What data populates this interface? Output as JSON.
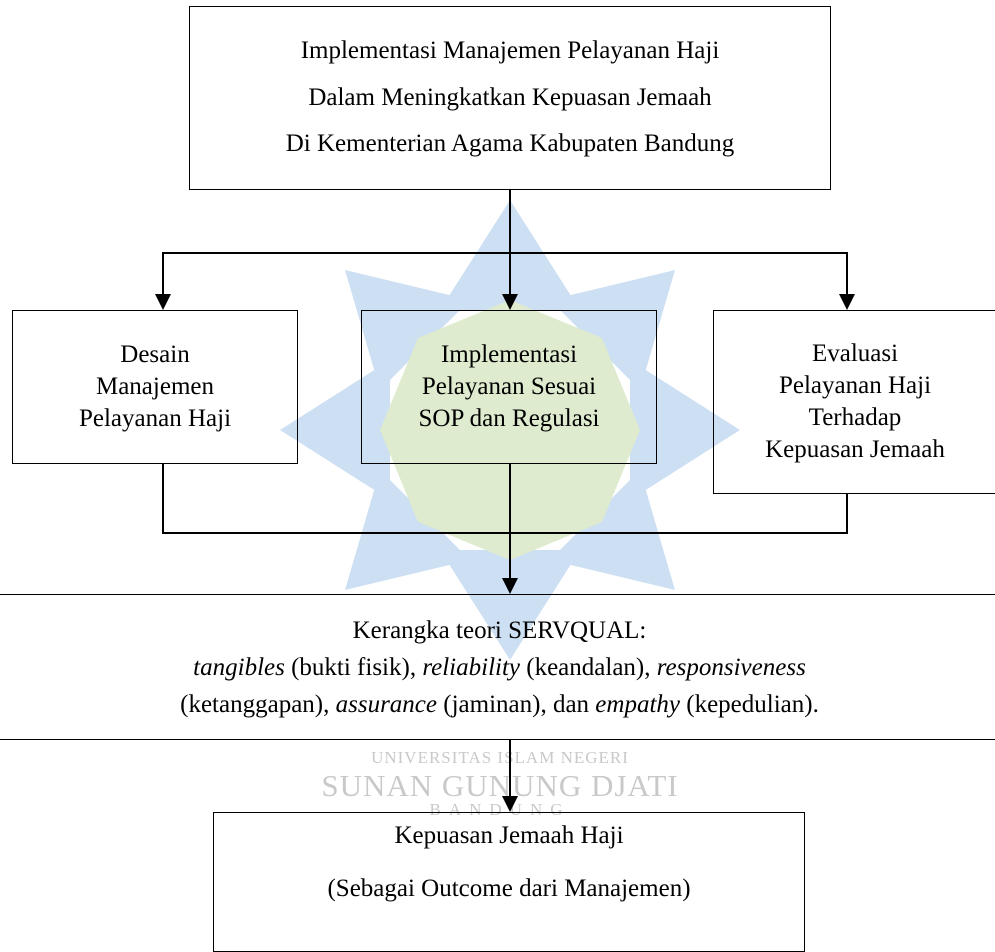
{
  "watermark": {
    "line1": "UNIVERSITAS ISLAM NEGERI",
    "line2": "SUNAN GUNUNG DJATI",
    "line3": "BANDUNG"
  },
  "top_box": {
    "line1": "Implementasi Manajemen Pelayanan Haji",
    "line2": "Dalam Meningkatkan Kepuasan Jemaah",
    "line3": "Di Kementerian Agama Kabupaten Bandung"
  },
  "left_box": {
    "line1": "Desain",
    "line2": "Manajemen",
    "line3": "Pelayanan Haji"
  },
  "mid_box": {
    "line1": "Implementasi",
    "line2": "Pelayanan Sesuai",
    "line3": "SOP dan Regulasi"
  },
  "right_box": {
    "line1": "Evaluasi",
    "line2": "Pelayanan Haji",
    "line3": "Terhadap",
    "line4": "Kepuasan Jemaah"
  },
  "servqual_box": {
    "title": "Kerangka teori SERVQUAL:",
    "t1": "tangibles",
    "p1": " (bukti fisik), ",
    "t2": "reliability",
    "p2": " (keandalan), ",
    "t3": "responsiveness",
    "p3": "(ketanggapan), ",
    "t4": "assurance",
    "p4": " (jaminan), dan ",
    "t5": "empathy",
    "p5": " (kepedulian)."
  },
  "bottom_box": {
    "line1": "Kepuasan Jemaah Haji",
    "line2": "(Sebagai Outcome dari Manajemen)"
  },
  "colors": {
    "watermark_blue": "#c8dcf2",
    "watermark_green": "#dbe9c9",
    "line": "#000000"
  }
}
